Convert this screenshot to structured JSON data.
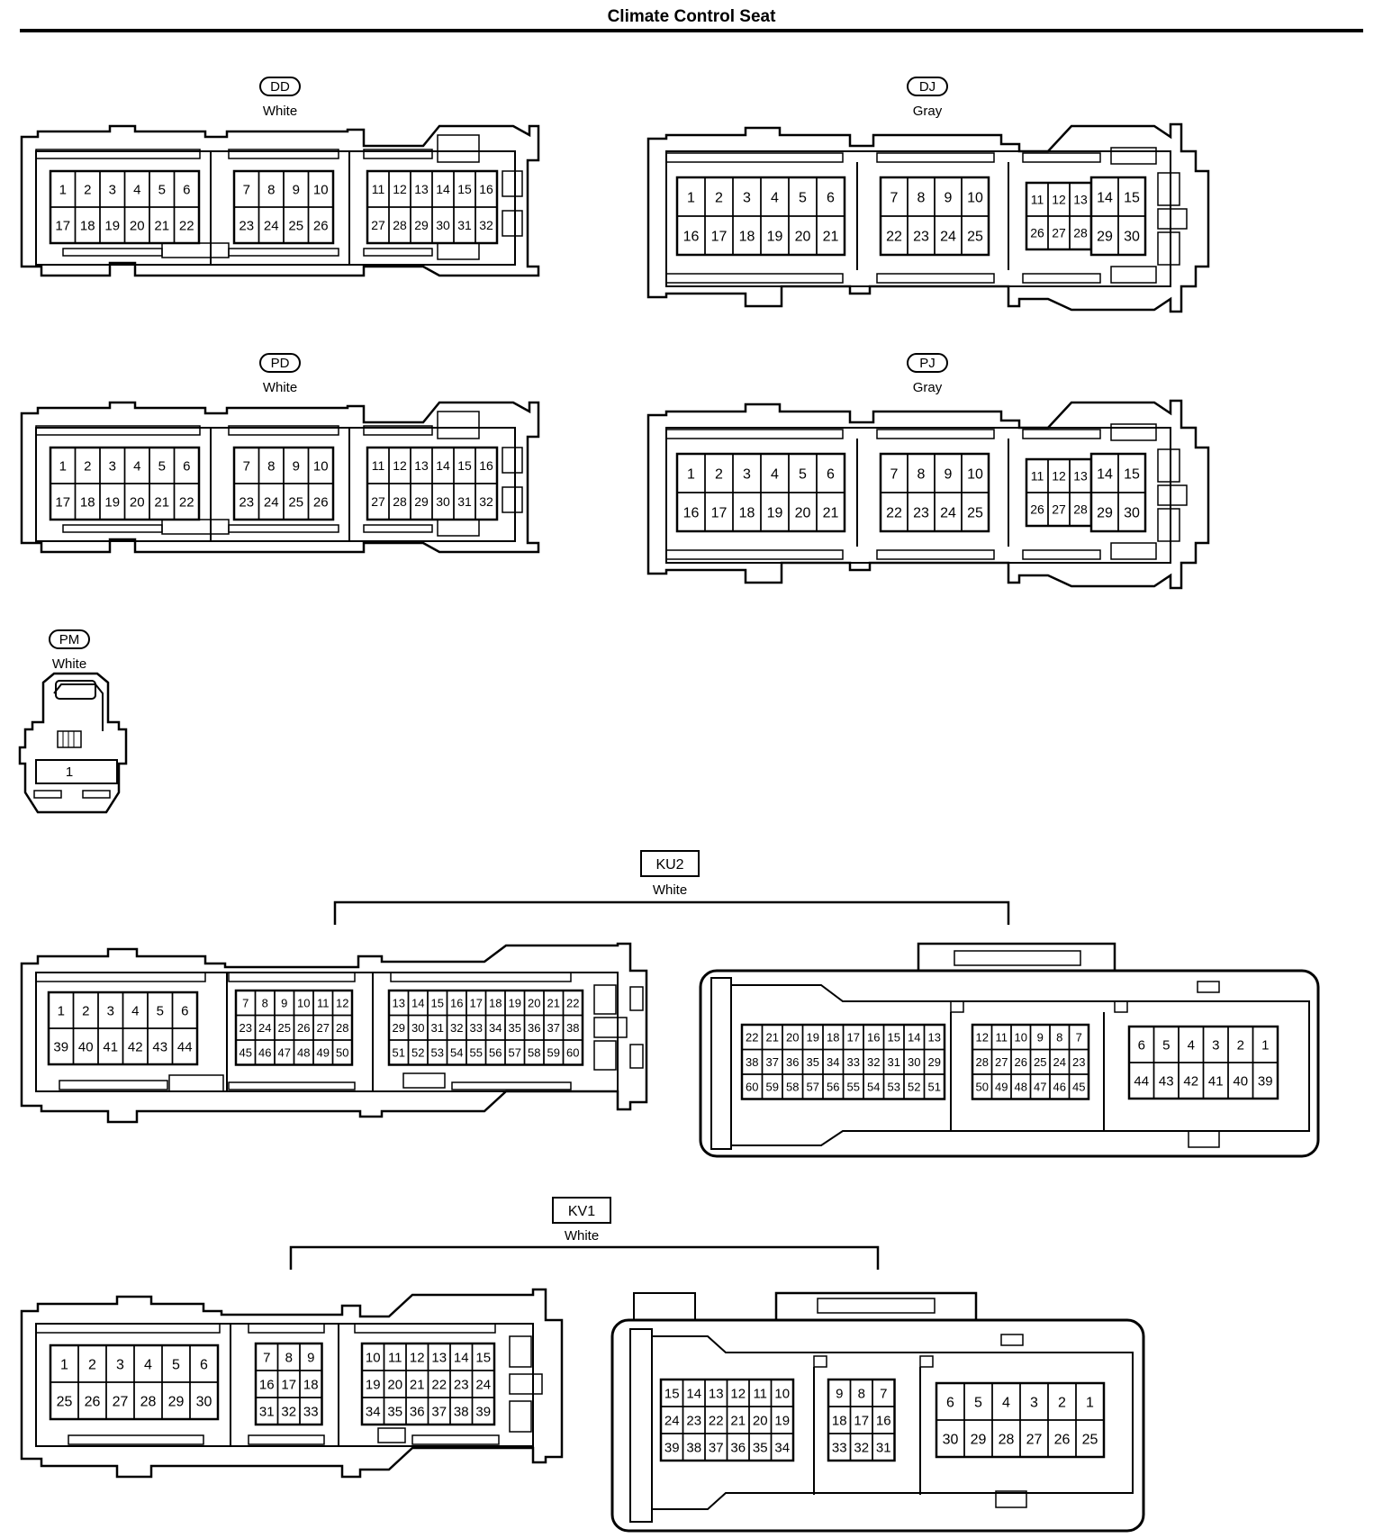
{
  "page": {
    "title": "Climate Control Seat"
  },
  "connectors": {
    "DD": {
      "code": "DD",
      "color": "White",
      "top": [
        [
          "1",
          "2",
          "3",
          "4",
          "5",
          "6"
        ],
        [
          "7",
          "8",
          "9",
          "10"
        ],
        [
          "11",
          "12",
          "13",
          "14",
          "15",
          "16"
        ]
      ],
      "bottom": [
        [
          "17",
          "18",
          "19",
          "20",
          "21",
          "22"
        ],
        [
          "23",
          "24",
          "25",
          "26"
        ],
        [
          "27",
          "28",
          "29",
          "30",
          "31",
          "32"
        ]
      ]
    },
    "DJ": {
      "code": "DJ",
      "color": "Gray",
      "top": [
        [
          "1",
          "2",
          "3",
          "4",
          "5",
          "6"
        ],
        [
          "7",
          "8",
          "9",
          "10"
        ],
        [
          "11",
          "12",
          "13"
        ],
        [
          "14",
          "15"
        ]
      ],
      "bottom": [
        [
          "16",
          "17",
          "18",
          "19",
          "20",
          "21"
        ],
        [
          "22",
          "23",
          "24",
          "25"
        ],
        [
          "26",
          "27",
          "28"
        ],
        [
          "29",
          "30"
        ]
      ]
    },
    "PD": {
      "code": "PD",
      "color": "White",
      "top": [
        [
          "1",
          "2",
          "3",
          "4",
          "5",
          "6"
        ],
        [
          "7",
          "8",
          "9",
          "10"
        ],
        [
          "11",
          "12",
          "13",
          "14",
          "15",
          "16"
        ]
      ],
      "bottom": [
        [
          "17",
          "18",
          "19",
          "20",
          "21",
          "22"
        ],
        [
          "23",
          "24",
          "25",
          "26"
        ],
        [
          "27",
          "28",
          "29",
          "30",
          "31",
          "32"
        ]
      ]
    },
    "PJ": {
      "code": "PJ",
      "color": "Gray",
      "top": [
        [
          "1",
          "2",
          "3",
          "4",
          "5",
          "6"
        ],
        [
          "7",
          "8",
          "9",
          "10"
        ],
        [
          "11",
          "12",
          "13"
        ],
        [
          "14",
          "15"
        ]
      ],
      "bottom": [
        [
          "16",
          "17",
          "18",
          "19",
          "20",
          "21"
        ],
        [
          "22",
          "23",
          "24",
          "25"
        ],
        [
          "26",
          "27",
          "28"
        ],
        [
          "29",
          "30"
        ]
      ]
    },
    "PM": {
      "code": "PM",
      "color": "White",
      "pins": [
        "1"
      ]
    },
    "KU2": {
      "code": "KU2",
      "color": "White",
      "male": {
        "left": [
          [
            "1",
            "2",
            "3",
            "4",
            "5",
            "6"
          ],
          [
            "39",
            "40",
            "41",
            "42",
            "43",
            "44"
          ]
        ],
        "mid": [
          [
            "7",
            "8",
            "9",
            "10",
            "11",
            "12"
          ],
          [
            "23",
            "24",
            "25",
            "26",
            "27",
            "28"
          ],
          [
            "45",
            "46",
            "47",
            "48",
            "49",
            "50"
          ]
        ],
        "right": [
          [
            "13",
            "14",
            "15",
            "16",
            "17",
            "18",
            "19",
            "20",
            "21",
            "22"
          ],
          [
            "29",
            "30",
            "31",
            "32",
            "33",
            "34",
            "35",
            "36",
            "37",
            "38"
          ],
          [
            "51",
            "52",
            "53",
            "54",
            "55",
            "56",
            "57",
            "58",
            "59",
            "60"
          ]
        ]
      },
      "female": {
        "left": [
          [
            "22",
            "21",
            "20",
            "19",
            "18",
            "17",
            "16",
            "15",
            "14",
            "13"
          ],
          [
            "38",
            "37",
            "36",
            "35",
            "34",
            "33",
            "32",
            "31",
            "30",
            "29"
          ],
          [
            "60",
            "59",
            "58",
            "57",
            "56",
            "55",
            "54",
            "53",
            "52",
            "51"
          ]
        ],
        "mid": [
          [
            "12",
            "11",
            "10",
            "9",
            "8",
            "7"
          ],
          [
            "28",
            "27",
            "26",
            "25",
            "24",
            "23"
          ],
          [
            "50",
            "49",
            "48",
            "47",
            "46",
            "45"
          ]
        ],
        "right": [
          [
            "6",
            "5",
            "4",
            "3",
            "2",
            "1"
          ],
          [
            "44",
            "43",
            "42",
            "41",
            "40",
            "39"
          ]
        ]
      }
    },
    "KV1": {
      "code": "KV1",
      "color": "White",
      "male": {
        "left": [
          [
            "1",
            "2",
            "3",
            "4",
            "5",
            "6"
          ],
          [
            "25",
            "26",
            "27",
            "28",
            "29",
            "30"
          ]
        ],
        "mid": [
          [
            "7",
            "8",
            "9"
          ],
          [
            "16",
            "17",
            "18"
          ],
          [
            "31",
            "32",
            "33"
          ]
        ],
        "right": [
          [
            "10",
            "11",
            "12",
            "13",
            "14",
            "15"
          ],
          [
            "19",
            "20",
            "21",
            "22",
            "23",
            "24"
          ],
          [
            "34",
            "35",
            "36",
            "37",
            "38",
            "39"
          ]
        ]
      },
      "female": {
        "left": [
          [
            "15",
            "14",
            "13",
            "12",
            "11",
            "10"
          ],
          [
            "24",
            "23",
            "22",
            "21",
            "20",
            "19"
          ],
          [
            "39",
            "38",
            "37",
            "36",
            "35",
            "34"
          ]
        ],
        "mid": [
          [
            "9",
            "8",
            "7"
          ],
          [
            "18",
            "17",
            "16"
          ],
          [
            "33",
            "32",
            "31"
          ]
        ],
        "right": [
          [
            "6",
            "5",
            "4",
            "3",
            "2",
            "1"
          ],
          [
            "30",
            "29",
            "28",
            "27",
            "26",
            "25"
          ]
        ]
      }
    }
  }
}
